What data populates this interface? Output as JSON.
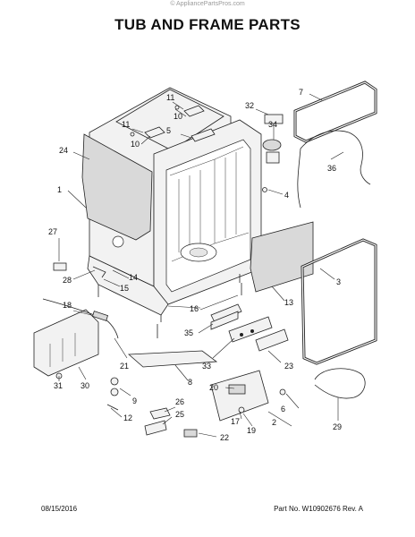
{
  "header": {
    "watermark": "© AppliancePartsPros.com",
    "title": "TUB AND FRAME PARTS"
  },
  "footer": {
    "date": "08/15/2016",
    "part_info": "Part No. W10902676  Rev. A"
  },
  "callouts": {
    "c1": "1",
    "c2": "2",
    "c3": "3",
    "c4": "4",
    "c5": "5",
    "c6": "6",
    "c7": "7",
    "c8": "8",
    "c9": "9",
    "c10a": "10",
    "c10b": "10",
    "c11a": "11",
    "c11b": "11",
    "c12": "12",
    "c13": "13",
    "c14": "14",
    "c15": "15",
    "c16": "16",
    "c17": "17",
    "c18": "18",
    "c19": "19",
    "c20": "20",
    "c21": "21",
    "c22": "22",
    "c23": "23",
    "c24": "24",
    "c25": "25",
    "c26": "26",
    "c27": "27",
    "c28": "28",
    "c29": "29",
    "c30": "30",
    "c31": "31",
    "c32": "32",
    "c33": "33",
    "c34": "34",
    "c35": "35",
    "c36": "36"
  }
}
